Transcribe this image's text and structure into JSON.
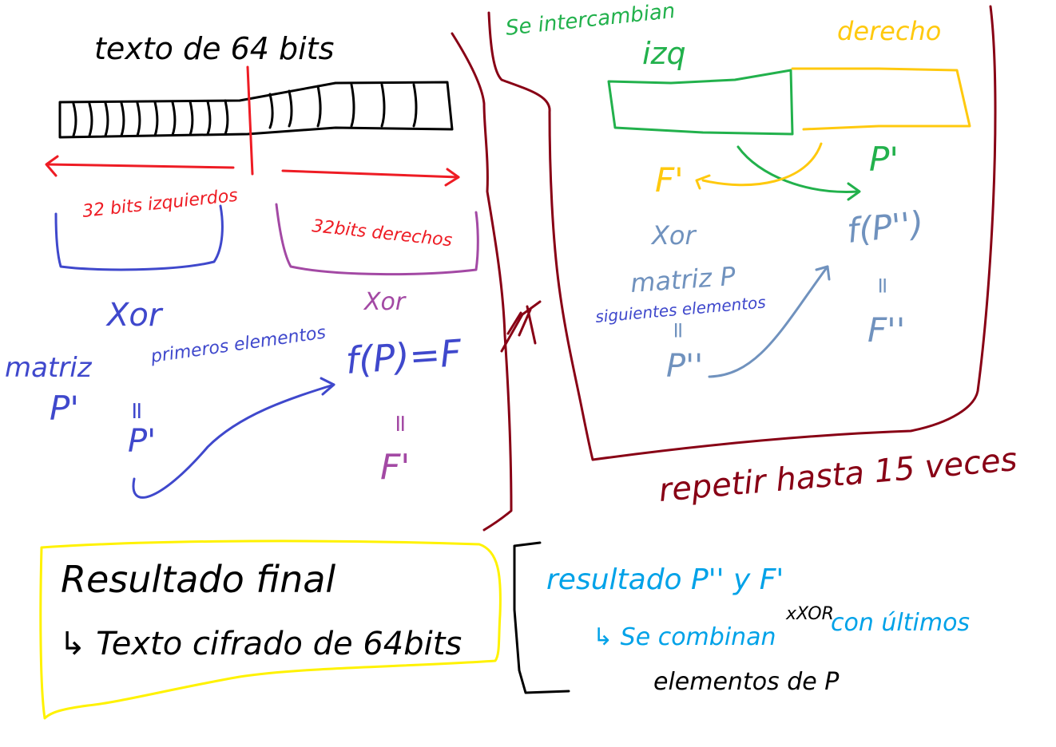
{
  "colors": {
    "black": "#000000",
    "red": "#ee1c24",
    "blue": "#3f48cc",
    "purple": "#a349a4",
    "maroon": "#880015",
    "green": "#22b14c",
    "gold": "#ffc90e",
    "steel": "#7092be",
    "cyan": "#00a2e8",
    "yellow": "#fff200"
  },
  "left": {
    "title": "texto de 64 bits",
    "left_half": "32 bits izquierdos",
    "right_half": "32bits derechos",
    "xor_left": "Xor",
    "xor_right": "Xor",
    "matrix": "matriz",
    "first_elements": "primeros elementos",
    "p_prime": "P'",
    "equals_a": "=",
    "p_prime_b": "P'",
    "f_of_p": "f(P)=F",
    "equals_b": "=",
    "f_prime": "F'"
  },
  "right": {
    "swap": "Se intercambian",
    "izq": "izq",
    "derecho": "derecho",
    "f_prime": "F'",
    "p_prime": "P'",
    "xor": "Xor",
    "matrix_p": "matriz P",
    "next_elements": "siguientes elementos",
    "equals_a": "=",
    "p_double": "P''",
    "f_of_p2": "f(P'')",
    "equals_b": "=",
    "f_double": "F''"
  },
  "repeat": "repetir hasta 15 veces",
  "final_box": {
    "line1": "Resultado final",
    "line2": "↳ Texto cifrado de 64bits"
  },
  "result_note": {
    "line1": "resultado P'' y F'",
    "line2": "↳ Se combinan",
    "xor": "xXOR",
    "line2b": "con últimos",
    "line3": "elementos de P"
  }
}
